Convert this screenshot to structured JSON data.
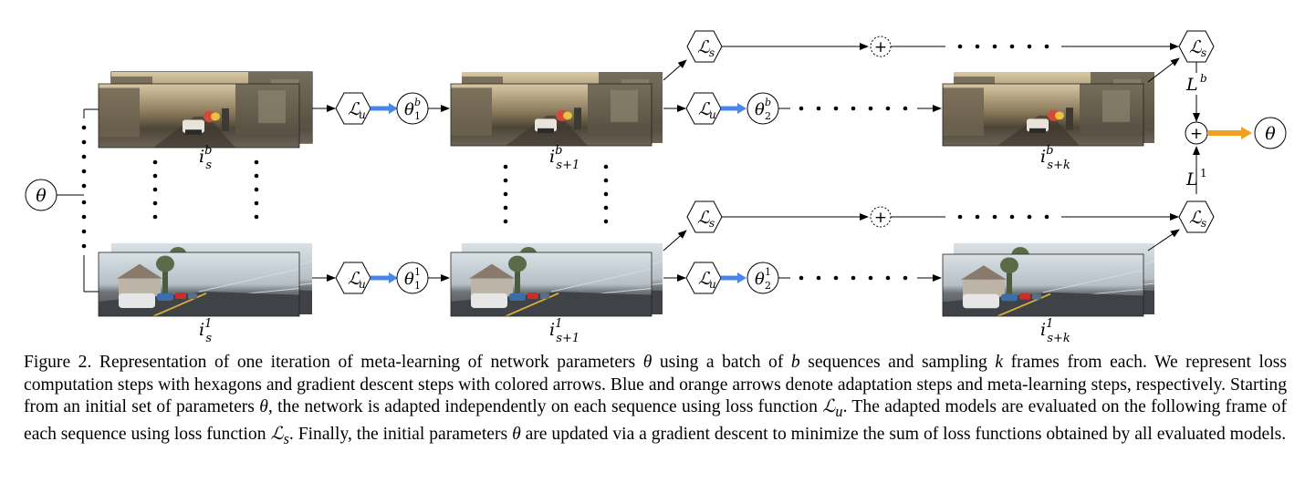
{
  "labels": {
    "theta": "θ",
    "loss_u": "ℒ",
    "loss_u_sub": "u",
    "loss_s": "ℒ",
    "loss_s_sub": "s",
    "plus": "+",
    "theta_b1_base": "θ",
    "theta_b1_sub": "1",
    "theta_b1_sup": "b",
    "theta_b2_base": "θ",
    "theta_b2_sub": "2",
    "theta_b2_sup": "b",
    "theta_11_base": "θ",
    "theta_11_sub": "1",
    "theta_11_sup": "1",
    "theta_12_base": "θ",
    "theta_12_sub": "2",
    "theta_12_sup": "1",
    "L_b": "L",
    "L_b_sup": "b",
    "L_1": "L",
    "L_1_sup": "1"
  },
  "frames": [
    {
      "base": "i",
      "sub": "s",
      "sup": "b"
    },
    {
      "base": "i",
      "sub": "s+1",
      "sup": "b"
    },
    {
      "base": "i",
      "sub": "s+k",
      "sup": "b"
    },
    {
      "base": "i",
      "sub": "s",
      "sup": "1"
    },
    {
      "base": "i",
      "sub": "s+1",
      "sup": "1"
    },
    {
      "base": "i",
      "sub": "s+k",
      "sup": "1"
    }
  ],
  "colors": {
    "adaptation_arrow": "#4a86e8",
    "meta_arrow": "#f0a020",
    "rainy_sky": "#c8b48c",
    "clear_sky": "#c9d3da"
  },
  "caption": {
    "p1": "Figure 2. Representation of one iteration of meta-learning of network parameters ",
    "theta": "θ",
    "p2": " using a batch of ",
    "b": "b",
    "p3": " sequences and sampling ",
    "k": "k",
    "p4": " frames from each. We represent loss computation steps with hexagons and gradient descent steps with colored arrows. Blue and orange arrows denote adaptation steps and meta-learning steps, respectively. Starting from an initial set of parameters ",
    "theta2": "θ",
    "p5": ", the network is adapted independently on each sequence using loss function ",
    "Lu": "ℒ",
    "Lu_sub": "u",
    "p6": ". The adapted models are evaluated on the following frame of each sequence using loss function ",
    "Ls": "ℒ",
    "Ls_sub": "s",
    "p7": ". Finally, the initial parameters ",
    "theta3": "θ",
    "p8": " are updated via a gradient descent to minimize the sum of loss functions obtained by all evaluated models."
  }
}
